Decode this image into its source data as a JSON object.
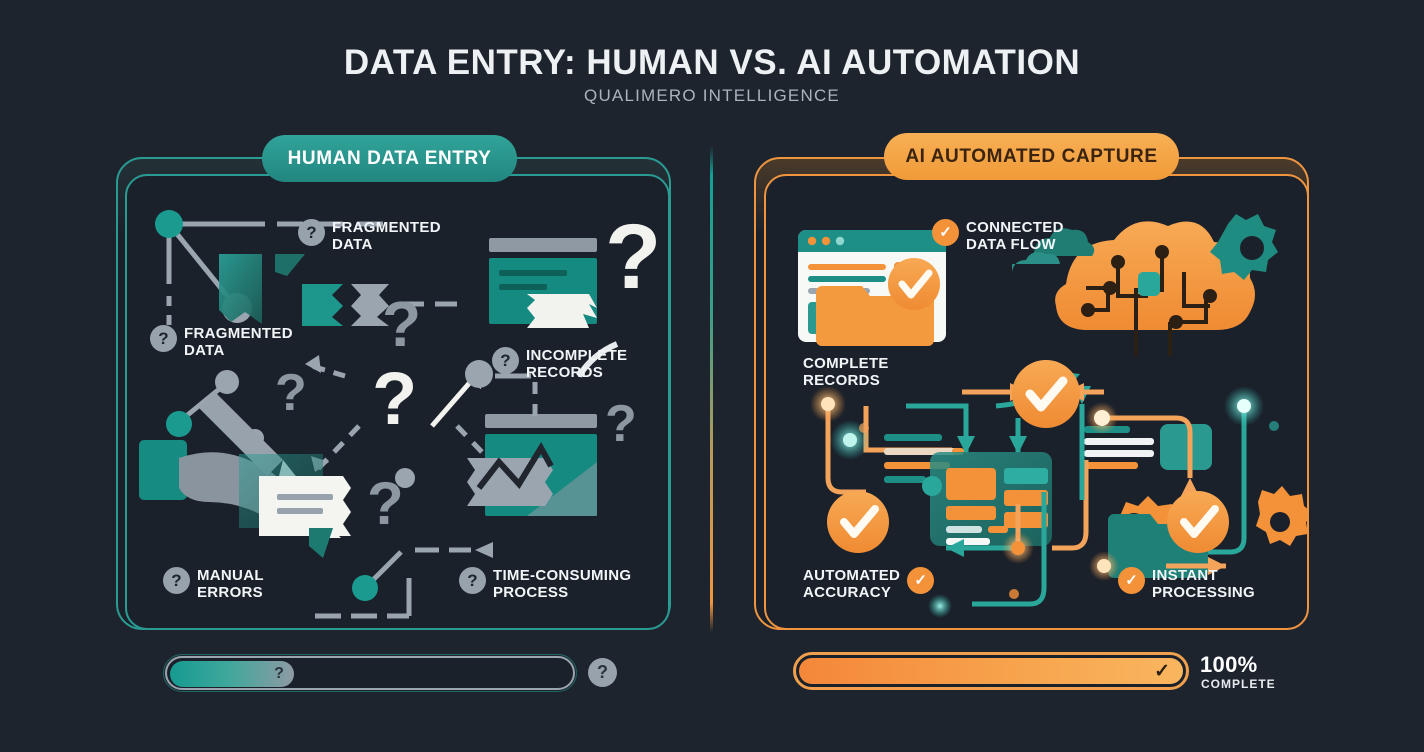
{
  "header": {
    "title": "DATA ENTRY: HUMAN VS. AI AUTOMATION",
    "subtitle": "QUALIMERO INTELLIGENCE"
  },
  "colors": {
    "background": "#1e242e",
    "panel_fill": "#1b212b",
    "teal_accent": "#2a9b93",
    "orange_accent": "#ef9540",
    "grey_muted": "#97a2ad",
    "text_primary": "#f2f5f7"
  },
  "human_panel": {
    "badge": "HUMAN DATA ENTRY",
    "icon": "question-mark",
    "features": [
      {
        "label": "FRAGMENTED\nDATA",
        "icon": "question-icon"
      },
      {
        "label": "FRAGMENTED\nDATA",
        "icon": "question-icon"
      },
      {
        "label": "INCOMPLETE\nRECORDS",
        "icon": "question-icon"
      },
      {
        "label": "MANUAL\nERRORS",
        "icon": "question-icon"
      },
      {
        "label": "TIME-CONSUMING\nPROCESS",
        "icon": "question-icon"
      }
    ],
    "progress": {
      "value": 32,
      "marker": "?",
      "trailing_icon": "?"
    }
  },
  "ai_panel": {
    "badge": "AI AUTOMATED CAPTURE",
    "icon": "check-mark",
    "features": [
      {
        "label": "CONNECTED\nDATA FLOW",
        "icon": "check-icon"
      },
      {
        "label": "COMPLETE\nRECORDS",
        "icon": "check-icon"
      },
      {
        "label": "AUTOMATED\nACCURACY",
        "icon": "check-icon"
      },
      {
        "label": "INSTANT\nPROCESSING",
        "icon": "check-icon"
      }
    ],
    "progress": {
      "value": 100,
      "marker": "✓",
      "percent_label": "100%",
      "status_label": "COMPLETE"
    }
  }
}
